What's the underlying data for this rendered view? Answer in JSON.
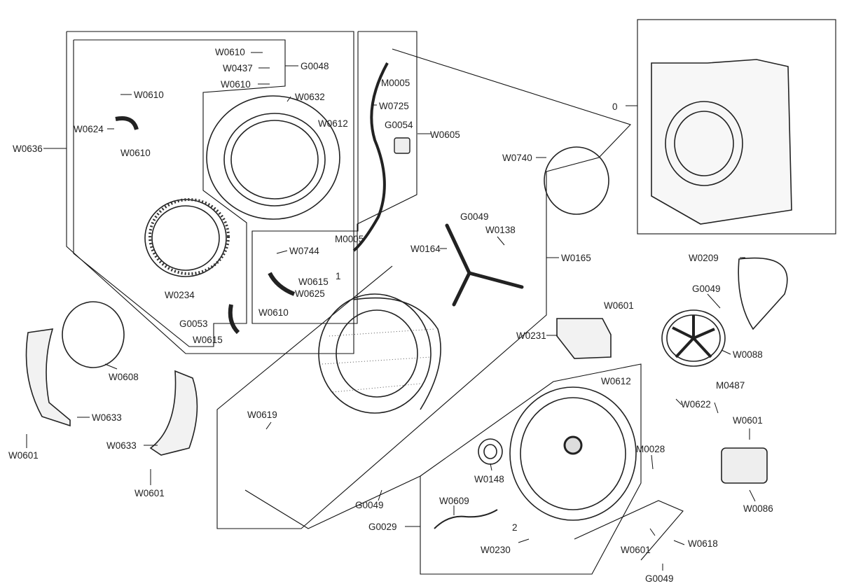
{
  "diagram": {
    "labels": {
      "W0610_a": "W0610",
      "W0437": "W0437",
      "G0048": "G0048",
      "W0610_b": "W0610",
      "W0610_c": "W0610",
      "W0632": "W0632",
      "W0612_a": "W0612",
      "W0624": "W0624",
      "W0610_d": "W0610",
      "W0636": "W0636",
      "M0005_a": "M0005",
      "W0725": "W0725",
      "G0054": "G0054",
      "W0605": "W0605",
      "W0744": "W0744",
      "M0005_b": "M0005",
      "num_1": "1",
      "W0615_a": "W0615",
      "W0625": "W0625",
      "W0610_e": "W0610",
      "W0234": "W0234",
      "G0053": "G0053",
      "W0615_b": "W0615",
      "W0608": "W0608",
      "W0633_a": "W0633",
      "W0601_a": "W0601",
      "W0633_b": "W0633",
      "W0601_b": "W0601",
      "W0740": "W0740",
      "zero": "0",
      "G0049_a": "G0049",
      "W0138": "W0138",
      "W0164": "W0164",
      "W0165": "W0165",
      "W0209": "W0209",
      "G0049_b": "G0049",
      "W0601_c": "W0601",
      "W0231": "W0231",
      "W0088": "W0088",
      "W0612_b": "W0612",
      "M0487": "M0487",
      "W0622": "W0622",
      "W0601_d": "W0601",
      "M0028": "M0028",
      "W0619": "W0619",
      "W0148": "W0148",
      "W0086": "W0086",
      "W0609": "W0609",
      "G0049_c": "G0049",
      "G0029": "G0029",
      "num_2": "2",
      "W0230": "W0230",
      "W0601_e": "W0601",
      "W0618": "W0618",
      "G0049_d": "G0049"
    }
  }
}
